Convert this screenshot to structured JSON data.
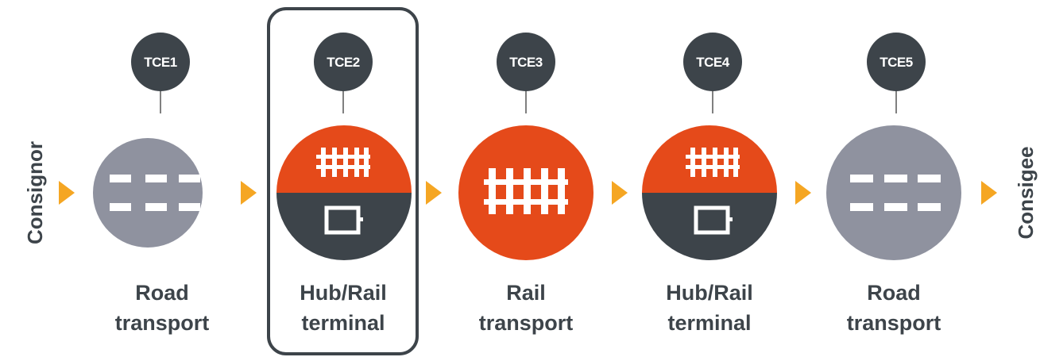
{
  "consignor_label": "Consignor",
  "consignee_label": "Consigee",
  "colors": {
    "orange": "#e54a1a",
    "dark": "#3d444a",
    "gray": "#8f929f",
    "arrow": "#f5a623",
    "text": "#3d444a"
  },
  "highlighted_stage": 2,
  "stages": [
    {
      "tce": "TCE1",
      "type": "road",
      "label_line1": "Road",
      "label_line2": "transport",
      "icon": "road-lanes-icon"
    },
    {
      "tce": "TCE2",
      "type": "hub",
      "label_line1": "Hub/Rail",
      "label_line2": "terminal",
      "icon": "rail-track-and-terminal-icon"
    },
    {
      "tce": "TCE3",
      "type": "rail",
      "label_line1": "Rail",
      "label_line2": "transport",
      "icon": "rail-track-icon"
    },
    {
      "tce": "TCE4",
      "type": "hub",
      "label_line1": "Hub/Rail",
      "label_line2": "terminal",
      "icon": "rail-track-and-terminal-icon"
    },
    {
      "tce": "TCE5",
      "type": "road",
      "label_line1": "Road",
      "label_line2": "transport",
      "icon": "road-lanes-icon"
    }
  ]
}
